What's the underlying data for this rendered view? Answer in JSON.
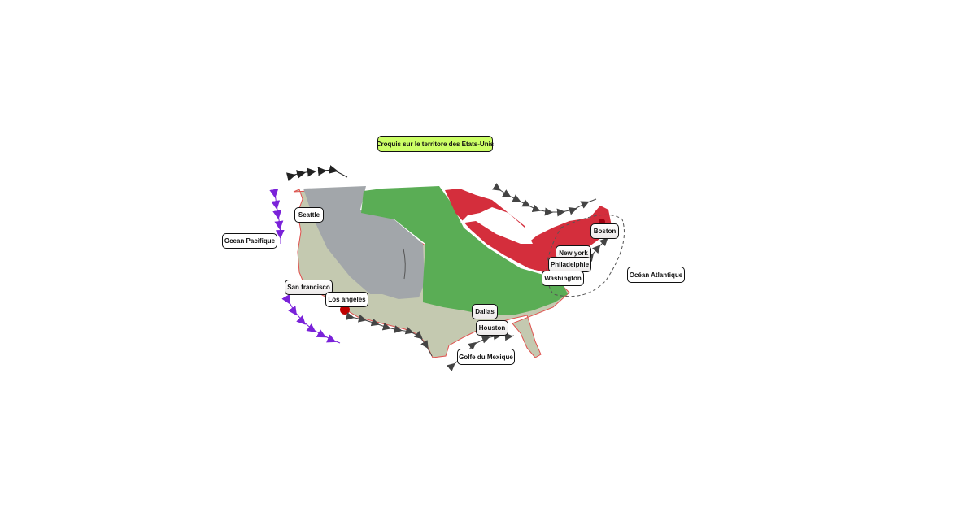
{
  "title": "Croquis sur le territore des Etats-Unis",
  "colors": {
    "background": "#ffffff",
    "title_bg": "#ccff66",
    "sunbelt": "#c4c9b0",
    "border_line": "#e0524f",
    "interior": "#a2a6aa",
    "agricultural": "#5aad55",
    "manufacturing_belt": "#d42e3c",
    "pacific_front": "#7a22d9",
    "front": "#444444"
  },
  "labels": {
    "seattle": "Seattle",
    "ocean_pacifique": "Ocean Pacifique",
    "san_francisco": "San francisco",
    "los_angeles": "Los angeles",
    "dallas": "Dallas",
    "houston": "Houston",
    "golfe_du_mexique": "Golfe du Mexique",
    "boston": "Boston",
    "new_york": "New york",
    "philadelphie": "Philadelphie",
    "washington": "Washington",
    "ocean_atlantique": "Océan Atlantique"
  }
}
